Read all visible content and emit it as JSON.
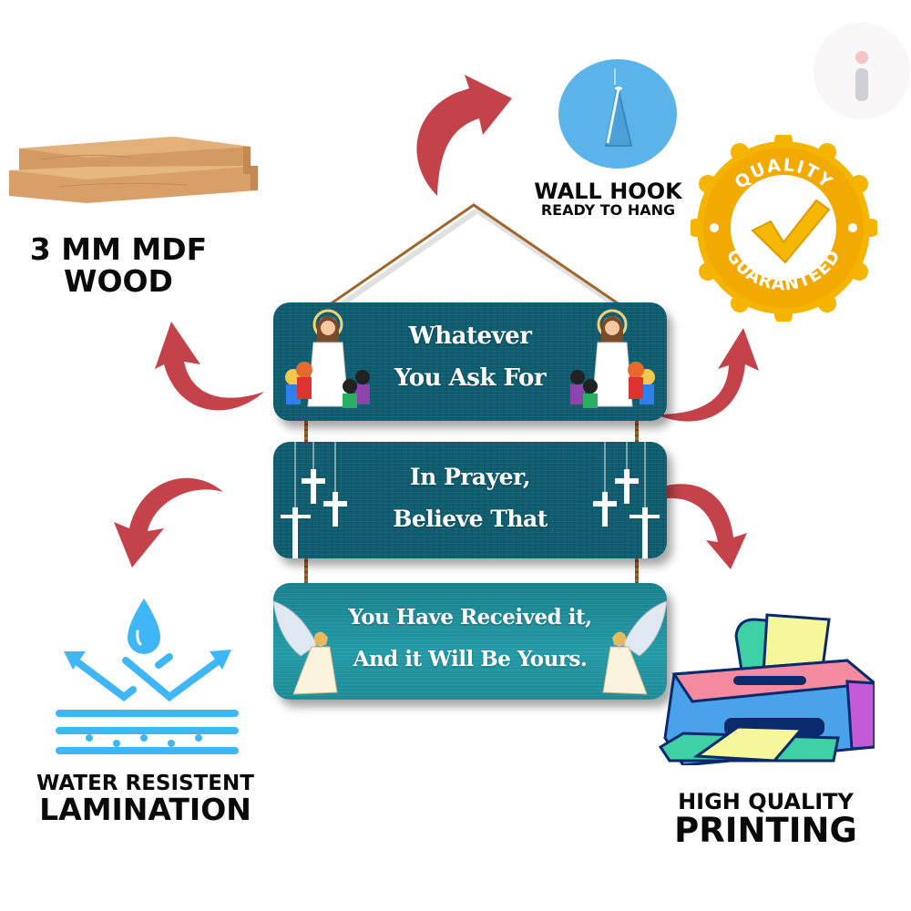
{
  "features": {
    "wood": {
      "line1": "3 MM MDF",
      "line2": "WOOD",
      "icon": "wood-planks-icon"
    },
    "hook": {
      "title": "WALL HOOK",
      "subtitle": "READY TO HANG",
      "icon": "wall-hook-icon"
    },
    "quality": {
      "top_text": "QUALITY",
      "bottom_text": "GUARANTEED",
      "icon": "quality-badge-icon"
    },
    "water": {
      "line1": "WATER RESISTENT",
      "line2": "LAMINATION",
      "icon": "water-drop-icon"
    },
    "printing": {
      "line1": "HIGH QUALITY",
      "line2": "PRINTING",
      "icon": "printer-icon"
    }
  },
  "plaques": [
    {
      "line1": "Whatever",
      "line2": "You Ask For",
      "decoration": "jesus-with-children"
    },
    {
      "line1": "In Prayer,",
      "line2": "Believe That",
      "decoration": "hanging-crosses"
    },
    {
      "line1": "You Have Received it,",
      "line2": "And it Will Be Yours.",
      "decoration": "praying-angels"
    }
  ],
  "logo": {
    "icon": "info-logo-icon"
  },
  "colors": {
    "arrow": "#c4424a",
    "plaque_dark": "#0f5d70",
    "plaque_light": "#1f8a96",
    "water_blue": "#3fb6f5",
    "badge_gold": "#f5b400",
    "hook_blue": "#5ab4ea"
  }
}
